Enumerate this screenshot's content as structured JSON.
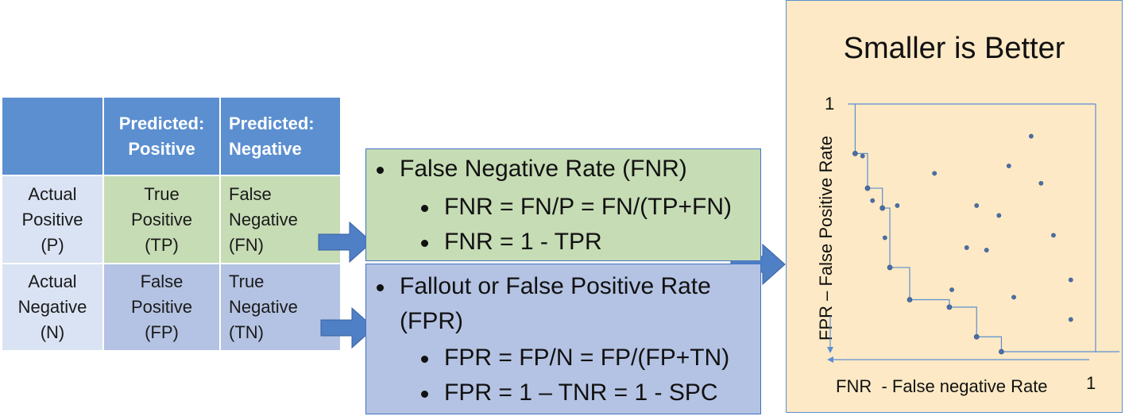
{
  "matrix": {
    "headers": [
      "",
      "Predicted:\nPositive",
      "Predicted:\nNegative"
    ],
    "rows": [
      {
        "label": "Actual\nPositive\n(P)",
        "cells": [
          "True\nPositive\n(TP)",
          "False\nNegative\n(FN)"
        ]
      },
      {
        "label": "Actual\nNegative\n(N)",
        "cells": [
          "False\nPositive\n(FP)",
          "True\nNegative\n(TN)"
        ]
      }
    ]
  },
  "fnr_box": {
    "title": "False Negative Rate (FNR)",
    "items": [
      "FNR = FN/P = FN/(TP+FN)",
      "FNR = 1 - TPR"
    ]
  },
  "fpr_box": {
    "title_line1": "Fallout or False Positive Rate",
    "title_line2": "(FPR)",
    "items": [
      "FPR = FP/N = FP/(FP+TN)",
      "FPR = 1 – TNR = 1 - SPC"
    ]
  },
  "chart_data": {
    "type": "scatter",
    "title": "Smaller is Better",
    "xlabel": "FNR  - False negative Rate",
    "ylabel": "FPR – False Positive Rate",
    "x_tick_max": "1",
    "y_tick_max": "1",
    "xlim": [
      0,
      1
    ],
    "ylim": [
      0,
      1
    ],
    "series": [
      {
        "points": [
          [
            0.2,
            0.59
          ],
          [
            0.35,
            0.72
          ],
          [
            0.52,
            0.59
          ],
          [
            0.67,
            0.22
          ],
          [
            0.42,
            0.25
          ],
          [
            0.48,
            0.42
          ],
          [
            0.74,
            0.87
          ],
          [
            0.78,
            0.68
          ],
          [
            0.83,
            0.47
          ],
          [
            0.9,
            0.29
          ],
          [
            0.9,
            0.13
          ],
          [
            0.65,
            0.75
          ],
          [
            0.61,
            0.55
          ],
          [
            0.56,
            0.41
          ],
          [
            0.15,
            0.46
          ],
          [
            0.1,
            0.61
          ],
          [
            0.06,
            0.79
          ]
        ]
      }
    ],
    "frontier": [
      [
        0.03,
        0.8
      ],
      [
        0.08,
        0.66
      ],
      [
        0.14,
        0.58
      ],
      [
        0.17,
        0.34
      ],
      [
        0.25,
        0.21
      ],
      [
        0.41,
        0.18
      ],
      [
        0.52,
        0.06
      ],
      [
        0.62,
        0.0
      ]
    ],
    "colors": {
      "points": "#4a6fa5",
      "frontier": "#5b8fd0",
      "panel": "#fde9c5"
    }
  }
}
